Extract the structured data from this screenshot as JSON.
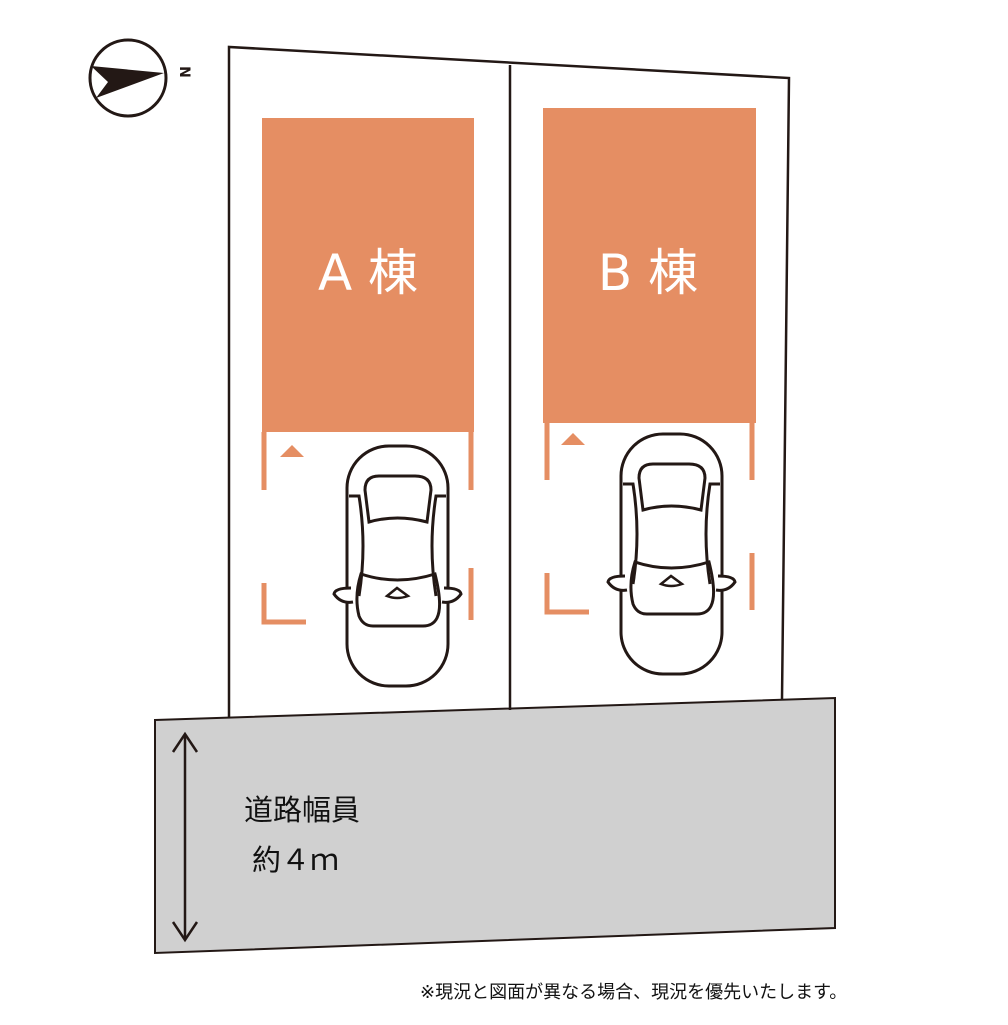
{
  "compass": {
    "label": "N",
    "icon": "north-arrow-icon"
  },
  "buildings": [
    {
      "label": "A 棟"
    },
    {
      "label": "B 棟"
    }
  ],
  "road": {
    "line1": "道路幅員",
    "line2": "約４ｍ"
  },
  "note": "※現況と図面が異なる場合、現況を優先いたします。",
  "colors": {
    "building": "#E58E63",
    "road": "#D0D0D0",
    "line": "#231815"
  }
}
